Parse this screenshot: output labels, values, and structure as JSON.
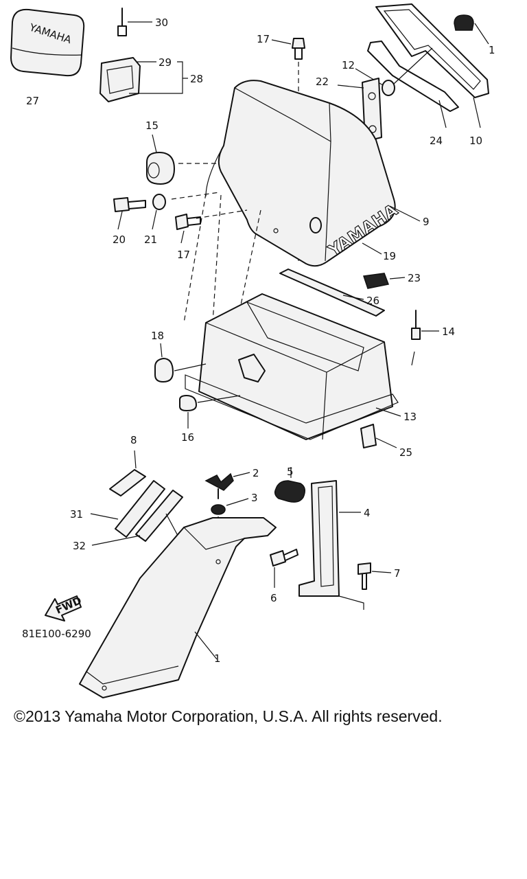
{
  "diagram_code": "81E100-6290",
  "brand_text": "YAMAHA",
  "fwd_label": "FWD",
  "copyright": "©2013 Yamaha Motor Corporation, U.S.A. All rights reserved.",
  "callouts": {
    "c1a": "1",
    "c1b": "1",
    "c2": "2",
    "c3": "3",
    "c4": "4",
    "c5": "5",
    "c6": "6",
    "c7": "7",
    "c8": "8",
    "c9": "9",
    "c10": "10",
    "c12": "12",
    "c13": "13",
    "c14": "14",
    "c15": "15",
    "c16": "16",
    "c17a": "17",
    "c17b": "17",
    "c18": "18",
    "c19": "19",
    "c20": "20",
    "c21": "21",
    "c22": "22",
    "c23": "23",
    "c24": "24",
    "c25": "25",
    "c26": "26",
    "c27": "27",
    "c28": "28",
    "c29": "29",
    "c30": "30",
    "c31": "31",
    "c32": "32"
  }
}
